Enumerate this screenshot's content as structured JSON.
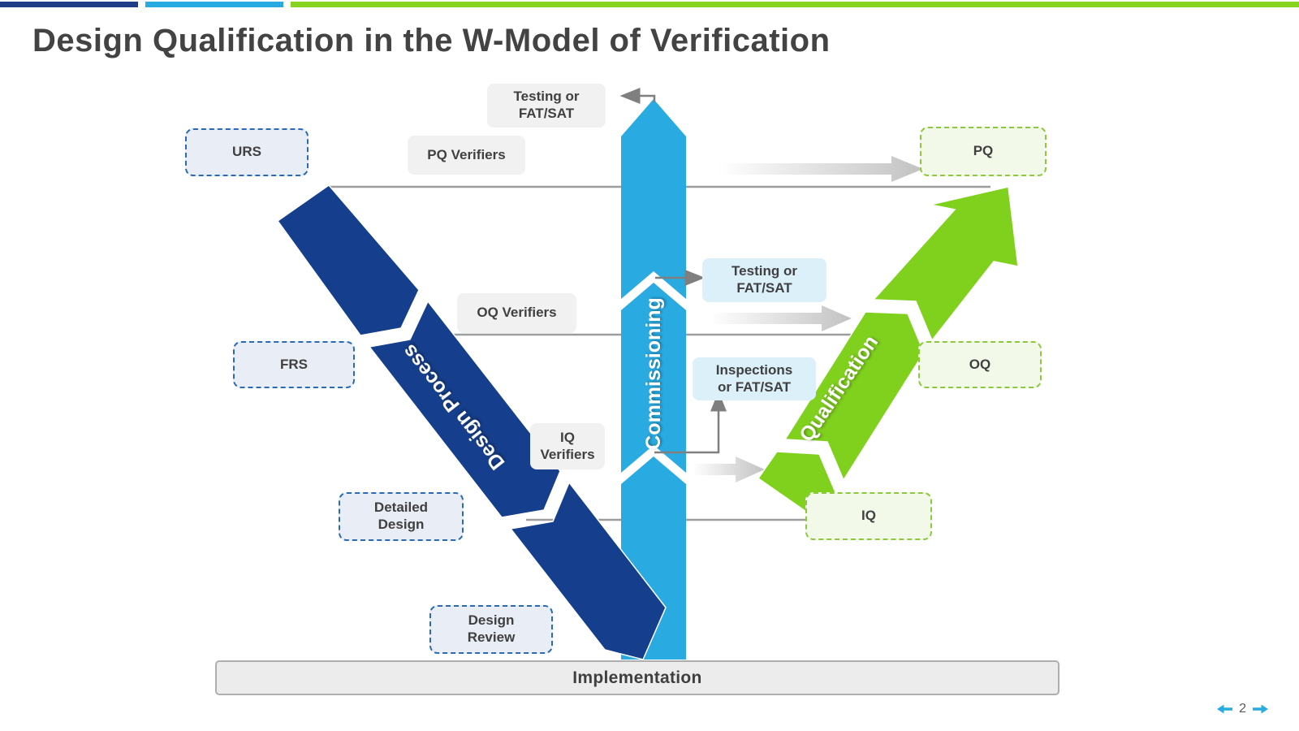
{
  "slide": {
    "title": "Design Qualification in the W-Model of Verification",
    "page_number": "2"
  },
  "colors": {
    "accent_dark_blue": "#1e3c87",
    "accent_cyan": "#29abe2",
    "accent_green": "#86d41f",
    "design_process_arrow": "#153e8c",
    "commissioning_arrow": "#29abe2",
    "qualification_arrow": "#80d01e",
    "requirement_box_fill": "#e9edf5",
    "requirement_box_border": "#2a6bb5",
    "verifier_box_fill": "#f1f1f1",
    "test_box_fill": "#dcf0fa",
    "result_box_fill": "#f3f9e9",
    "result_box_border": "#8cc93c",
    "connector_gray": "#9d9d9d",
    "text_dark": "#404040"
  },
  "arrows": {
    "design_process": {
      "label": "Design Process",
      "color": "#153e8c"
    },
    "commissioning": {
      "label": "Commissioning",
      "color": "#29abe2"
    },
    "qualification": {
      "label": "Qualification",
      "color": "#80d01e"
    }
  },
  "boxes": {
    "testing_fat_sat_top": {
      "label": "Testing or FAT/SAT"
    },
    "urs": {
      "label": "URS"
    },
    "pq_verifiers": {
      "label": "PQ Verifiers"
    },
    "pq": {
      "label": "PQ"
    },
    "oq_verifiers": {
      "label": "OQ Verifiers"
    },
    "testing_fat_sat_mid": {
      "label": "Testing or FAT/SAT"
    },
    "frs": {
      "label": "FRS"
    },
    "inspections_fat_sat": {
      "label": "Inspections or FAT/SAT"
    },
    "iq_verifiers": {
      "label": "IQ Verifiers"
    },
    "oq": {
      "label": "OQ"
    },
    "detailed_design": {
      "label": "Detailed Design"
    },
    "iq": {
      "label": "IQ"
    },
    "design_review": {
      "label": "Design Review"
    },
    "implementation": {
      "label": "Implementation"
    }
  }
}
